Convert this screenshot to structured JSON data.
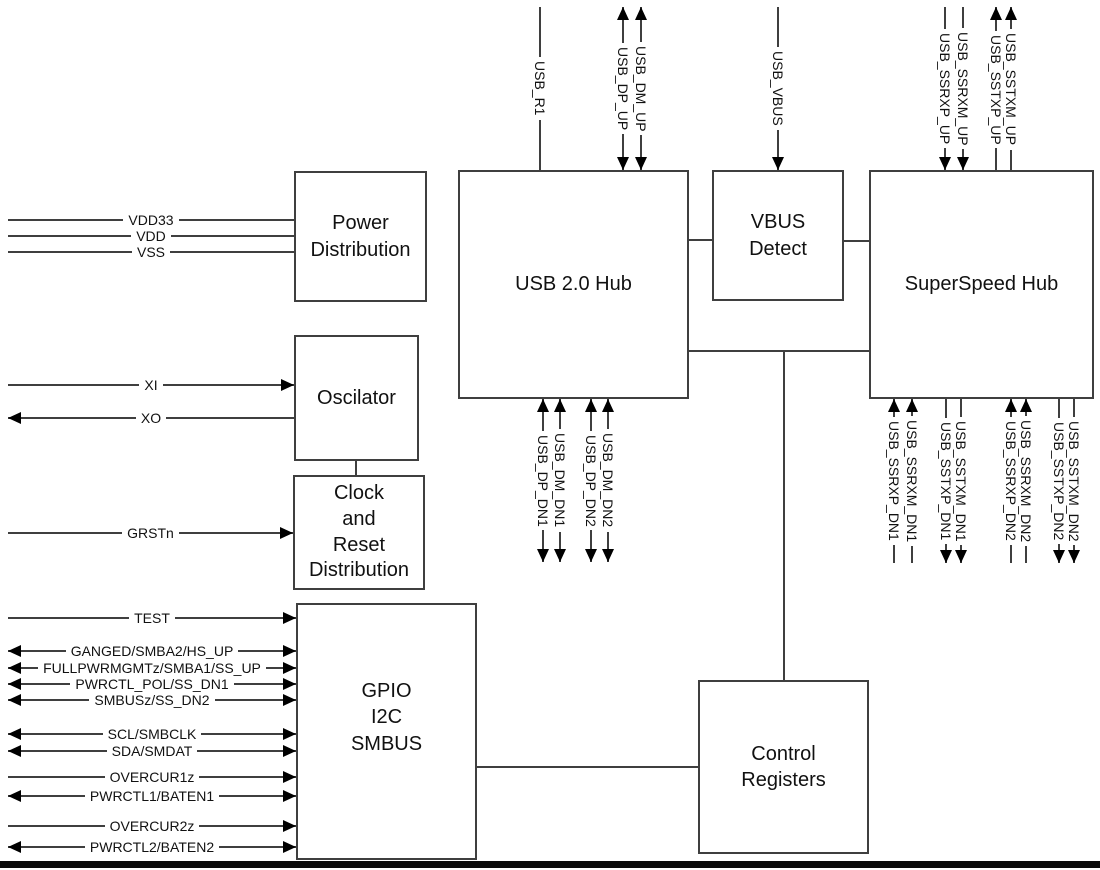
{
  "blocks": {
    "power_distribution": {
      "label": "Power\nDistribution"
    },
    "oscilator": {
      "label": "Oscilator"
    },
    "clock_reset": {
      "label": "Clock\nand\nReset\nDistribution"
    },
    "gpio": {
      "label": "GPIO\nI2C\nSMBUS"
    },
    "usb2_hub": {
      "label": "USB 2.0 Hub"
    },
    "vbus_detect": {
      "label": "VBUS\nDetect"
    },
    "superspeed_hub": {
      "label": "SuperSpeed Hub"
    },
    "control_registers": {
      "label": "Control\nRegisters"
    }
  },
  "signals": {
    "power": [
      {
        "label": "VDD33",
        "direction": "none"
      },
      {
        "label": "VDD",
        "direction": "none"
      },
      {
        "label": "VSS",
        "direction": "none"
      }
    ],
    "oscillator": [
      {
        "label": "XI",
        "direction": "input"
      },
      {
        "label": "XO",
        "direction": "output"
      }
    ],
    "reset": [
      {
        "label": "GRSTn",
        "direction": "input"
      }
    ],
    "gpio": [
      {
        "label": "TEST",
        "direction": "input"
      },
      {
        "label": "GANGED/SMBA2/HS_UP",
        "direction": "bidirectional"
      },
      {
        "label": "FULLPWRMGMTz/SMBA1/SS_UP",
        "direction": "bidirectional"
      },
      {
        "label": "PWRCTL_POL/SS_DN1",
        "direction": "bidirectional"
      },
      {
        "label": "SMBUSz/SS_DN2",
        "direction": "bidirectional"
      },
      {
        "label": "SCL/SMBCLK",
        "direction": "bidirectional"
      },
      {
        "label": "SDA/SMDAT",
        "direction": "bidirectional"
      },
      {
        "label": "OVERCUR1z",
        "direction": "input"
      },
      {
        "label": "PWRCTL1/BATEN1",
        "direction": "bidirectional"
      },
      {
        "label": "OVERCUR2z",
        "direction": "input"
      },
      {
        "label": "PWRCTL2/BATEN2",
        "direction": "bidirectional"
      }
    ],
    "usb2_upstream": [
      {
        "label": "USB_R1",
        "direction": "none"
      },
      {
        "label": "USB_DP_UP",
        "direction": "bidirectional"
      },
      {
        "label": "USB_DM_UP",
        "direction": "bidirectional"
      }
    ],
    "vbus": [
      {
        "label": "USB_VBUS",
        "direction": "input"
      }
    ],
    "ss_upstream": [
      {
        "label": "USB_SSRXP_UP",
        "direction": "input"
      },
      {
        "label": "USB_SSRXM_UP",
        "direction": "input"
      },
      {
        "label": "USB_SSTXP_UP",
        "direction": "output"
      },
      {
        "label": "USB_SSTXM_UP",
        "direction": "output"
      }
    ],
    "usb2_downstream": [
      {
        "label": "USB_DP_DN1",
        "direction": "bidirectional"
      },
      {
        "label": "USB_DM_DN1",
        "direction": "bidirectional"
      },
      {
        "label": "USB_DP_DN2",
        "direction": "bidirectional"
      },
      {
        "label": "USB_DM_DN2",
        "direction": "bidirectional"
      }
    ],
    "ss_downstream": [
      {
        "label": "USB_SSRXP_DN1",
        "direction": "input"
      },
      {
        "label": "USB_SSRXM_DN1",
        "direction": "input"
      },
      {
        "label": "USB_SSTXP_DN1",
        "direction": "output"
      },
      {
        "label": "USB_SSTXM_DN1",
        "direction": "output"
      },
      {
        "label": "USB_SSRXP_DN2",
        "direction": "input"
      },
      {
        "label": "USB_SSRXM_DN2",
        "direction": "input"
      },
      {
        "label": "USB_SSTXP_DN2",
        "direction": "output"
      },
      {
        "label": "USB_SSTXM_DN2",
        "direction": "output"
      }
    ]
  },
  "colors": {
    "line": "#3f3f3f",
    "arrow": "#000000",
    "text": "#111111",
    "background": "#ffffff",
    "bottom_bar": "#0a0a0a"
  }
}
